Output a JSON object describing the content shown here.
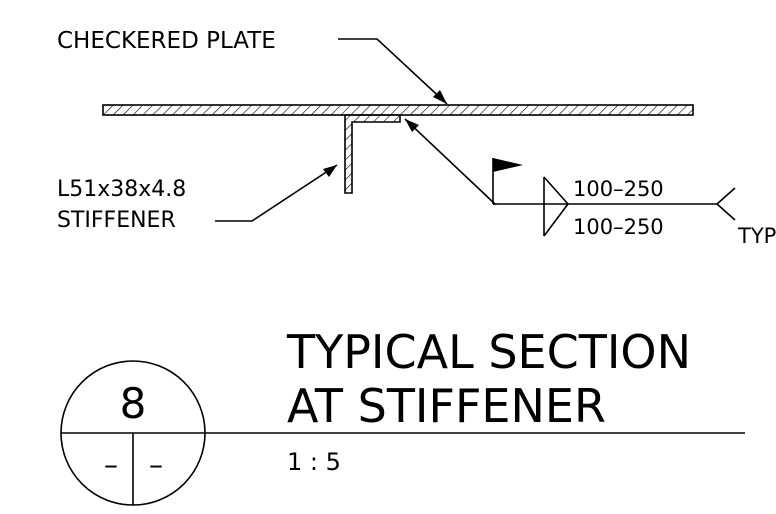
{
  "labels": {
    "plate": "CHECKERED PLATE",
    "angle_size": "L51x38x4.8",
    "stiffener": "STIFFENER",
    "weld_top": "100–250",
    "weld_bottom": "100–250",
    "weld_tail": "TYP"
  },
  "title": {
    "line1": "TYPICAL SECTION",
    "line2": "AT STIFFENER",
    "scale": "1 : 5"
  },
  "detail_bubble": {
    "number": "8",
    "left": "–",
    "right": "–"
  }
}
